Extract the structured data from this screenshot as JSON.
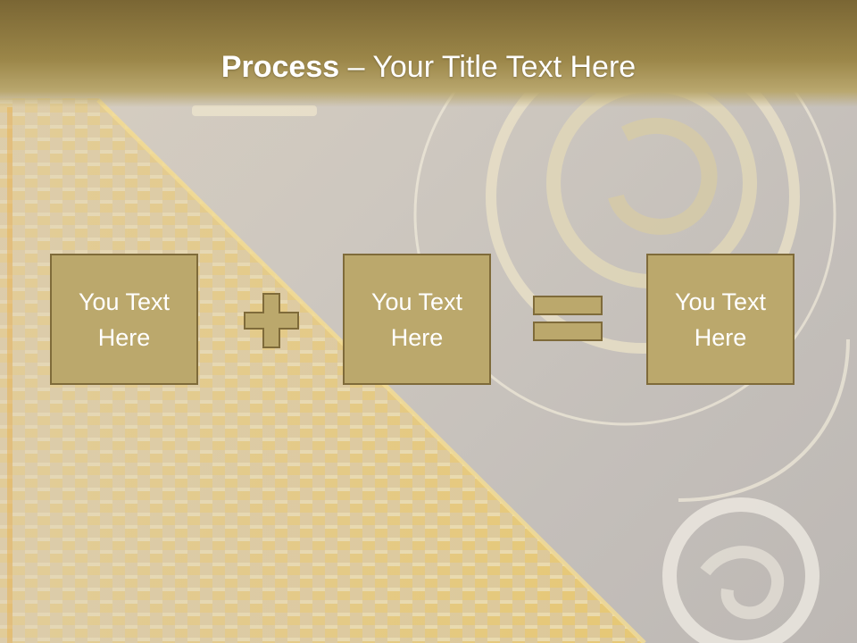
{
  "title": {
    "bold": "Process",
    "rest": " – Your Title Text Here"
  },
  "boxes": [
    {
      "label": "You Text Here"
    },
    {
      "label": "You Text Here"
    },
    {
      "label": "You Text Here"
    }
  ],
  "operators": [
    "plus",
    "equals"
  ],
  "colors": {
    "box_fill": "#bba86c",
    "box_border": "#7f6b3a",
    "header": "#8a7540",
    "text": "#ffffff"
  }
}
